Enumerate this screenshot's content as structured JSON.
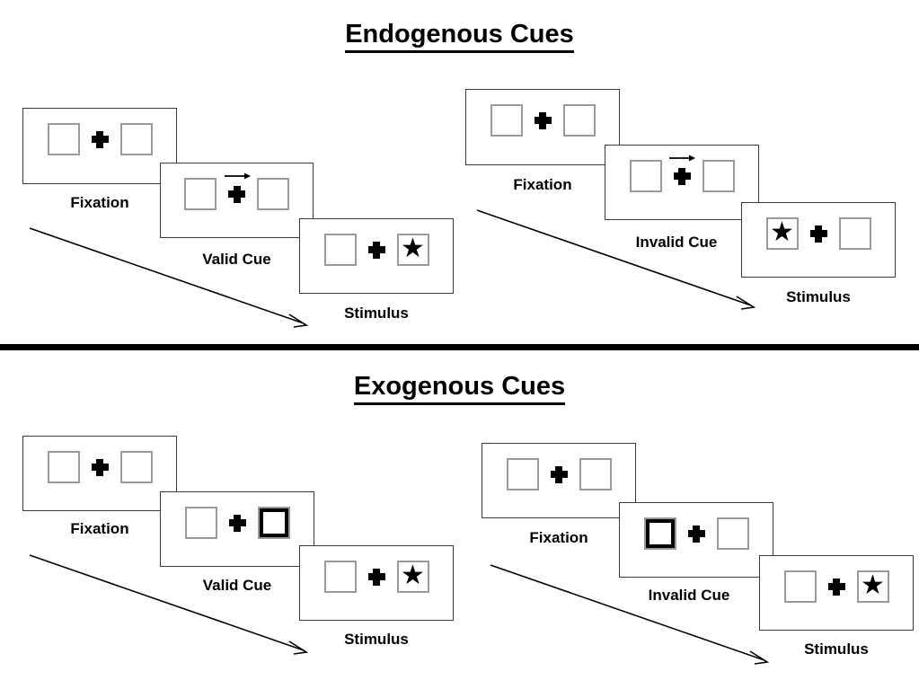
{
  "figure": {
    "type": "diagram",
    "description": "Posner cueing paradigm schematic showing endogenous and exogenous cue trial sequences",
    "background_color": "#ffffff",
    "ink_color": "#000000",
    "box_outline_color": "#9a9a9a",
    "panel_outline_color": "#3a3a3a"
  },
  "sections": [
    {
      "id": "endogenous",
      "title": "Endogenous Cues",
      "title_underlined": true,
      "streams": [
        {
          "id": "endogenous-valid",
          "validity": "valid",
          "panels": [
            {
              "caption": "Fixation",
              "left_box": {
                "content": "empty",
                "highlighted": false
              },
              "right_box": {
                "content": "empty",
                "highlighted": false
              },
              "center": "fixation-cross",
              "cue": "none"
            },
            {
              "caption": "Valid Cue",
              "left_box": {
                "content": "empty",
                "highlighted": false
              },
              "right_box": {
                "content": "empty",
                "highlighted": false
              },
              "center": "fixation-cross",
              "cue": "arrow-right"
            },
            {
              "caption": "Stimulus",
              "left_box": {
                "content": "empty",
                "highlighted": false
              },
              "right_box": {
                "content": "star",
                "highlighted": false
              },
              "center": "fixation-cross",
              "cue": "none"
            }
          ]
        },
        {
          "id": "endogenous-invalid",
          "validity": "invalid",
          "panels": [
            {
              "caption": "Fixation",
              "left_box": {
                "content": "empty",
                "highlighted": false
              },
              "right_box": {
                "content": "empty",
                "highlighted": false
              },
              "center": "fixation-cross",
              "cue": "none"
            },
            {
              "caption": "Invalid Cue",
              "left_box": {
                "content": "empty",
                "highlighted": false
              },
              "right_box": {
                "content": "empty",
                "highlighted": false
              },
              "center": "fixation-cross",
              "cue": "arrow-right"
            },
            {
              "caption": "Stimulus",
              "left_box": {
                "content": "star",
                "highlighted": false
              },
              "right_box": {
                "content": "empty",
                "highlighted": false
              },
              "center": "fixation-cross",
              "cue": "none"
            }
          ]
        }
      ]
    },
    {
      "id": "exogenous",
      "title": "Exogenous Cues",
      "title_underlined": true,
      "streams": [
        {
          "id": "exogenous-valid",
          "validity": "valid",
          "panels": [
            {
              "caption": "Fixation",
              "left_box": {
                "content": "empty",
                "highlighted": false
              },
              "right_box": {
                "content": "empty",
                "highlighted": false
              },
              "center": "fixation-cross",
              "cue": "none"
            },
            {
              "caption": "Valid Cue",
              "left_box": {
                "content": "empty",
                "highlighted": false
              },
              "right_box": {
                "content": "empty",
                "highlighted": true
              },
              "center": "fixation-cross",
              "cue": "box-flash-right"
            },
            {
              "caption": "Stimulus",
              "left_box": {
                "content": "empty",
                "highlighted": false
              },
              "right_box": {
                "content": "star",
                "highlighted": false
              },
              "center": "fixation-cross",
              "cue": "none"
            }
          ]
        },
        {
          "id": "exogenous-invalid",
          "validity": "invalid",
          "panels": [
            {
              "caption": "Fixation",
              "left_box": {
                "content": "empty",
                "highlighted": false
              },
              "right_box": {
                "content": "empty",
                "highlighted": false
              },
              "center": "fixation-cross",
              "cue": "none"
            },
            {
              "caption": "Invalid Cue",
              "left_box": {
                "content": "empty",
                "highlighted": true
              },
              "right_box": {
                "content": "empty",
                "highlighted": false
              },
              "center": "fixation-cross",
              "cue": "box-flash-left"
            },
            {
              "caption": "Stimulus",
              "left_box": {
                "content": "empty",
                "highlighted": false
              },
              "right_box": {
                "content": "star",
                "highlighted": false
              },
              "center": "fixation-cross",
              "cue": "none"
            }
          ]
        }
      ]
    }
  ],
  "glyphs": {
    "star": "★",
    "cue_arrow": "arrow-right-icon",
    "flow_arrow": "time-flow-arrow-icon"
  },
  "captions": {
    "fixation": "Fixation",
    "valid_cue": "Valid Cue",
    "invalid_cue": "Invalid Cue",
    "stimulus": "Stimulus"
  }
}
